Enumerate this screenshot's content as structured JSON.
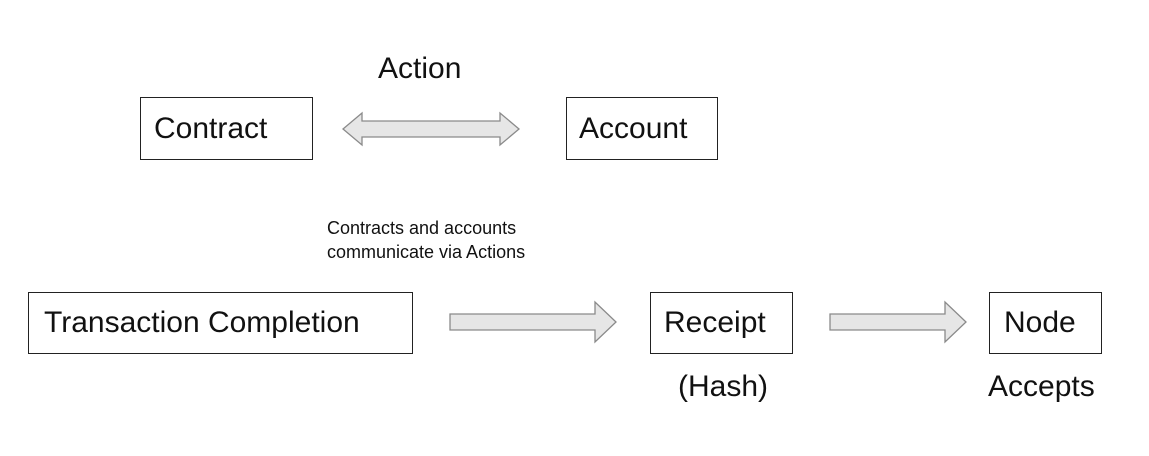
{
  "diagram": {
    "action_label": "Action",
    "nodes": {
      "contract": "Contract",
      "account": "Account",
      "transaction_completion": "Transaction Completion",
      "receipt": "Receipt",
      "node": "Node"
    },
    "note_line1": "Contracts and accounts",
    "note_line2": "communicate via Actions",
    "receipt_sublabel": "(Hash)",
    "node_sublabel": "Accepts"
  },
  "colors": {
    "arrow_fill": "#e6e6e6",
    "arrow_stroke": "#8a8a8a",
    "box_border": "#222222"
  }
}
